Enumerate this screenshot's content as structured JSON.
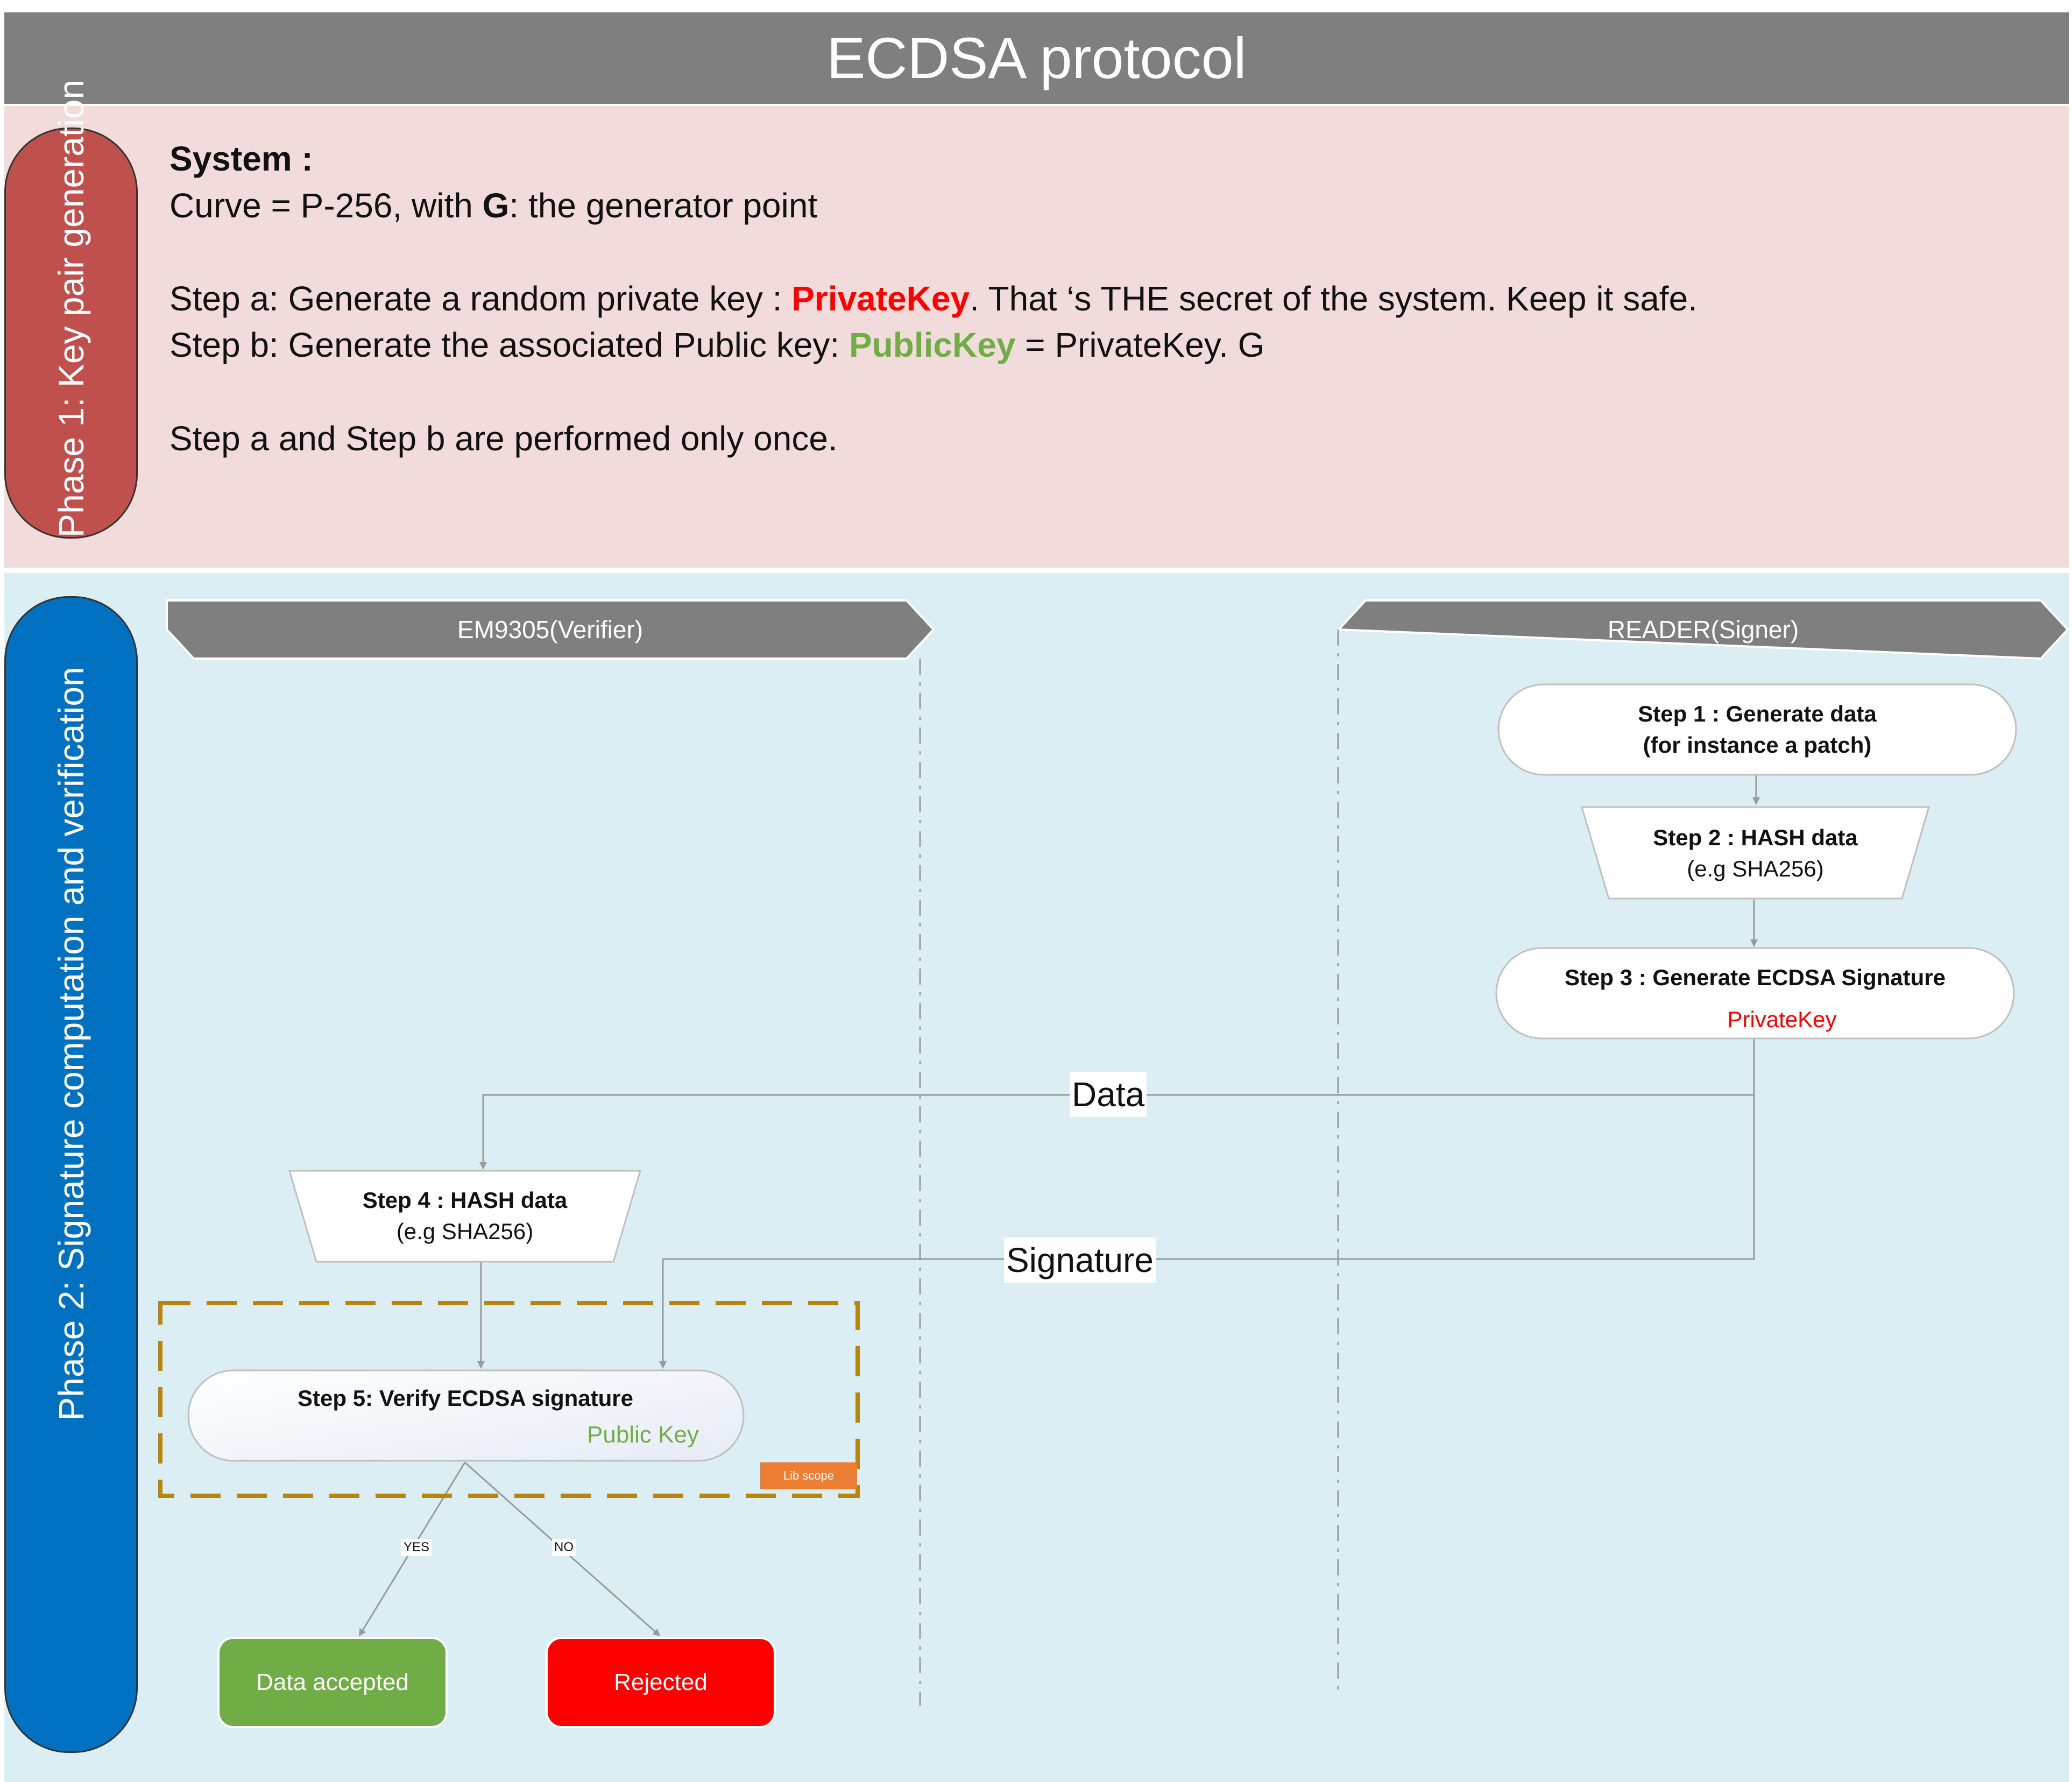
{
  "title": "ECDSA protocol",
  "phase1": {
    "label": "Phase 1: Key pair generation",
    "system_heading": "System :",
    "curve_prefix": "Curve = P-256, with ",
    "curve_bold": "G",
    "curve_suffix": ": the generator point",
    "step_a_prefix": "Step a: Generate a random private key : ",
    "step_a_key": "PrivateKey",
    "step_a_suffix": ". That ‘s THE secret of the system. Keep it safe.",
    "step_b_prefix": "Step b: Generate the associated Public key: ",
    "step_b_key": "PublicKey",
    "step_b_suffix": " = PrivateKey. G",
    "once_note": "Step a and Step b are performed only once."
  },
  "phase2": {
    "label": "Phase 2: Signature computation and verification",
    "lane_verifier": "EM9305(Verifier)",
    "lane_signer": "READER(Signer)",
    "step1_line1": "Step 1 : Generate data",
    "step1_line2": "(for instance a patch)",
    "step2_title": "Step 2 : HASH data",
    "step2_sub": "(e.g SHA256)",
    "step3_title": "Step 3 : Generate ECDSA Signature",
    "step3_key": "PrivateKey",
    "step4_title": "Step 4 : HASH data",
    "step4_sub": "(e.g SHA256)",
    "step5_title": "Step 5: Verify ECDSA signature",
    "step5_key": "Public Key",
    "data_label": "Data",
    "signature_label": "Signature",
    "lib_scope": "Lib scope",
    "yes_label": "YES",
    "no_label": "NO",
    "accepted": "Data accepted",
    "rejected": "Rejected"
  },
  "colors": {
    "title_bar": "#7f7f7f",
    "phase1_bg": "#f2dcdb",
    "phase1_tab": "#c0504d",
    "phase2_bg": "#dbeef4",
    "phase2_tab": "#0070c0",
    "private_key": "#ff0000",
    "public_key": "#70ad47",
    "accepted": "#70ad47",
    "rejected": "#ff0000",
    "lib_scope": "#ed7d31",
    "lib_border": "#b8860b"
  }
}
